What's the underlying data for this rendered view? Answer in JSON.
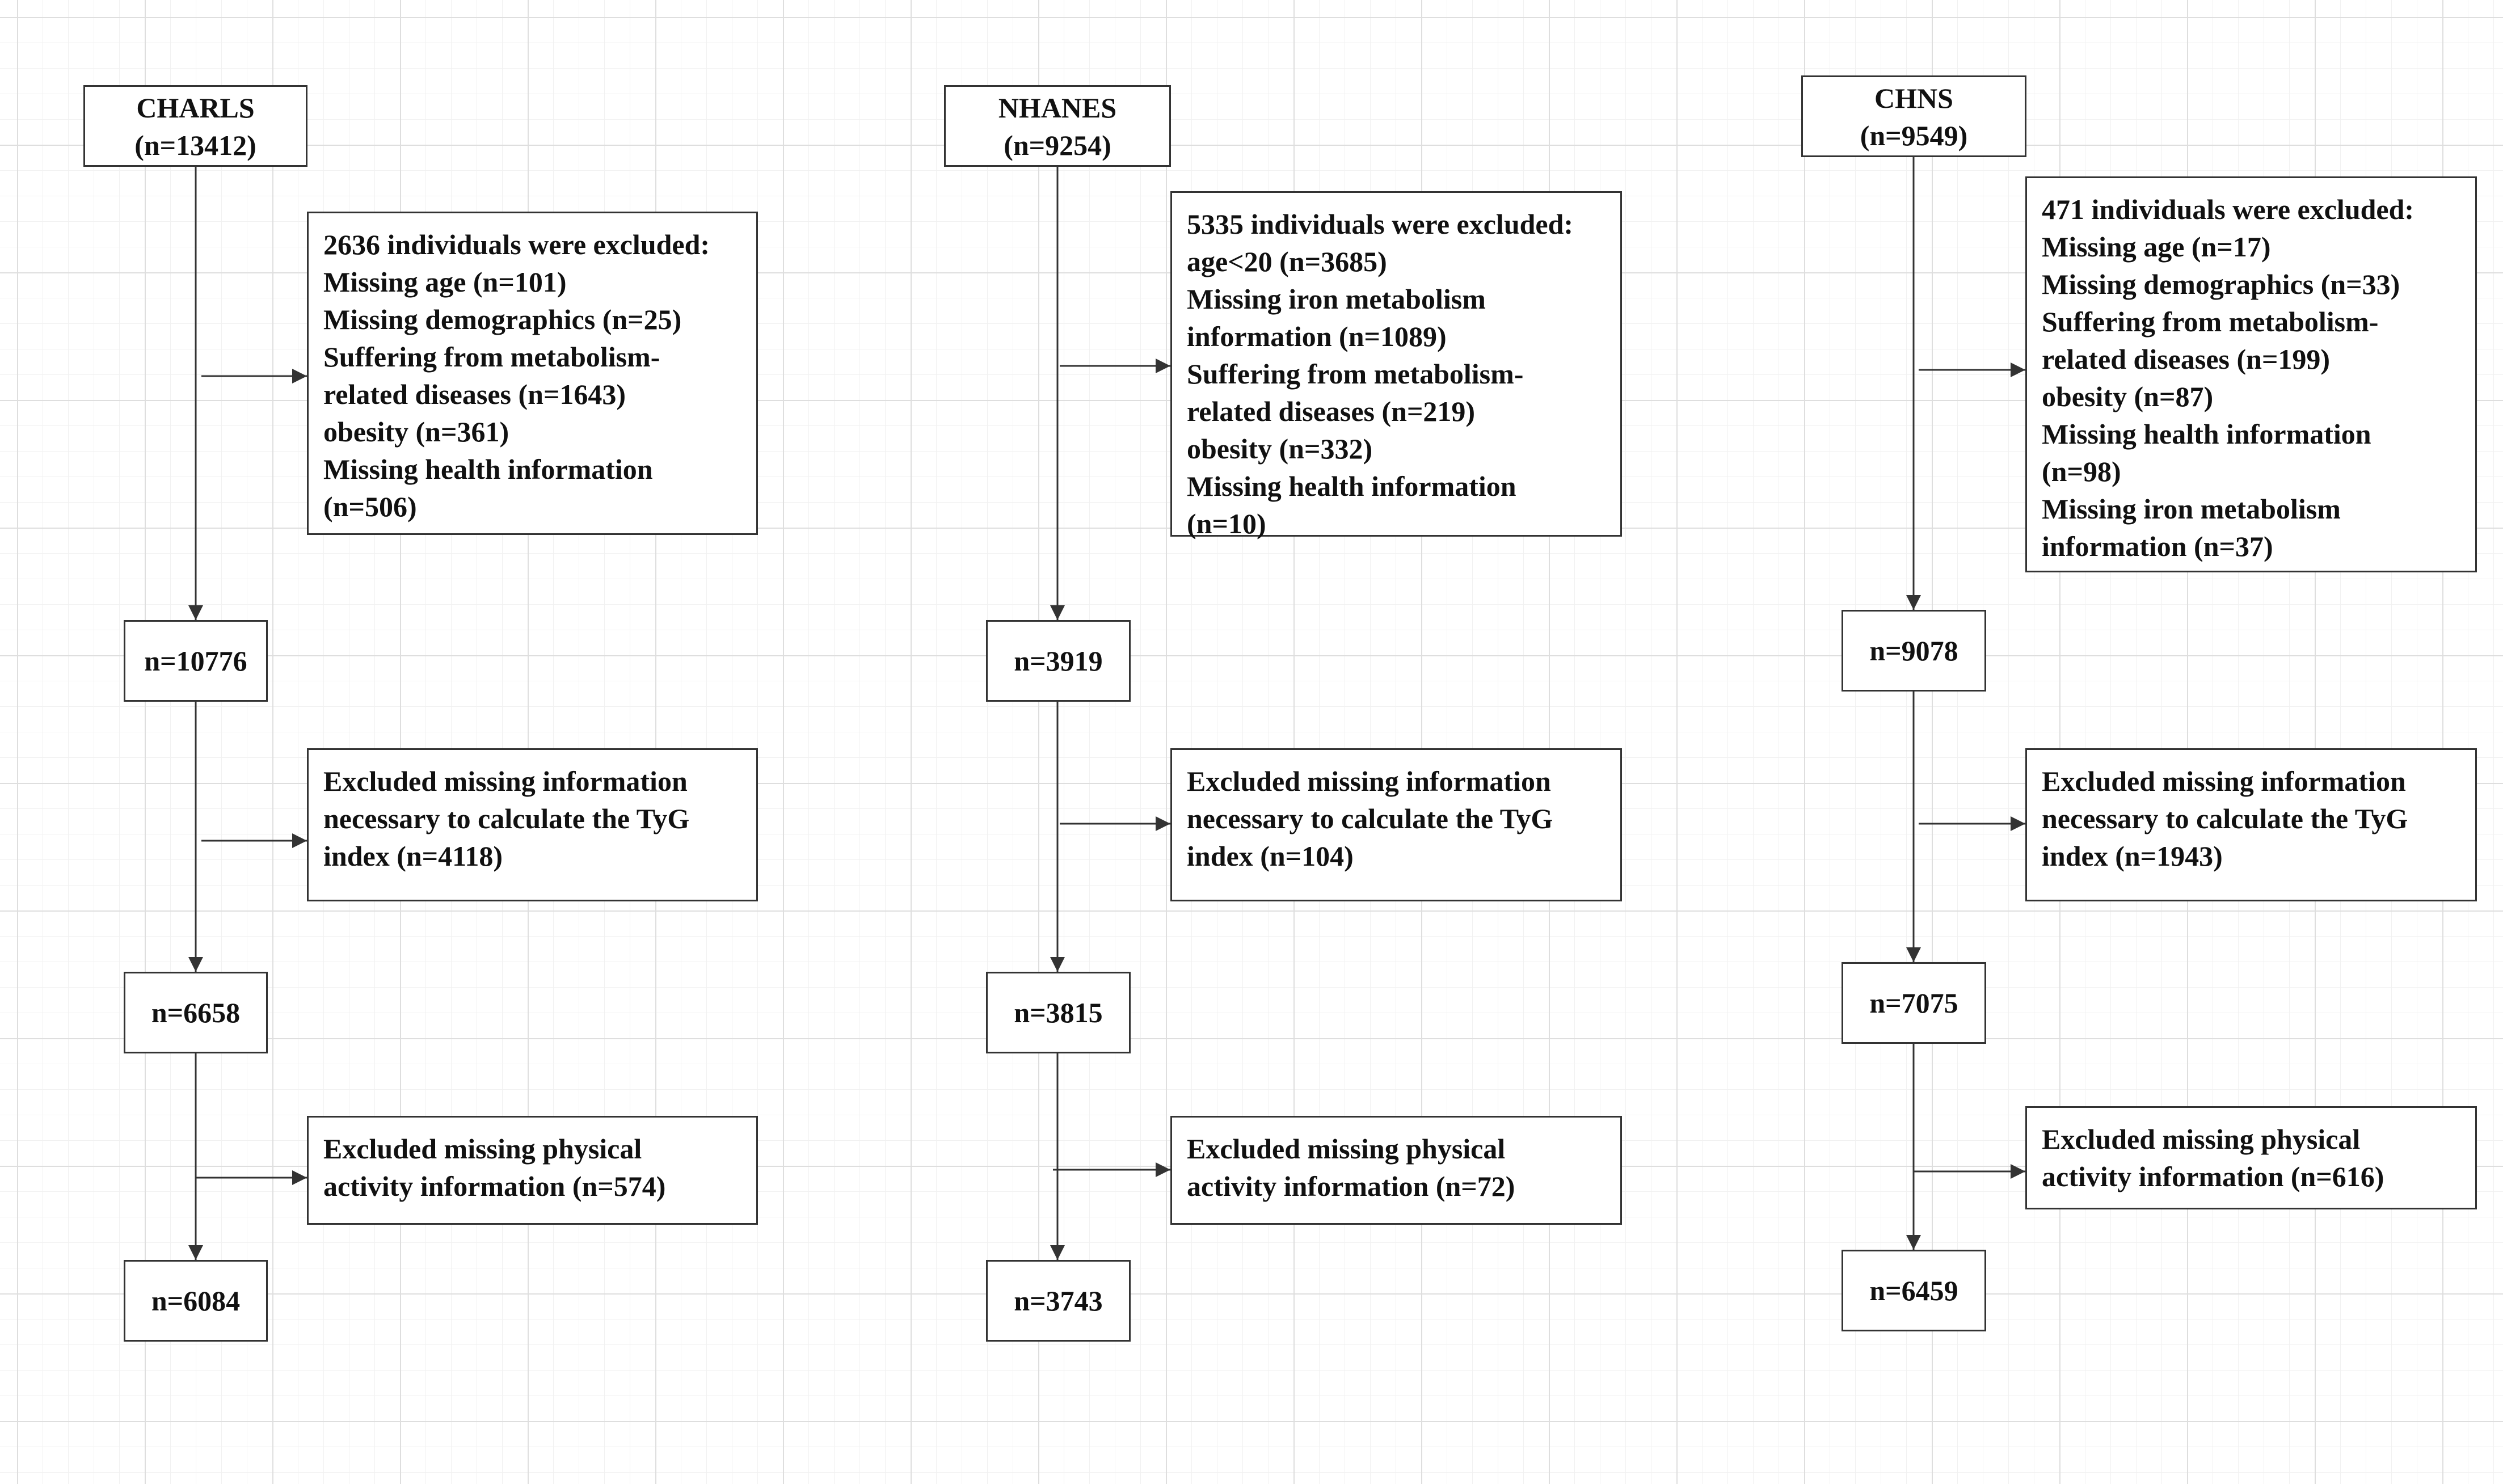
{
  "columns": [
    {
      "id": "charls",
      "source": {
        "name": "CHARLS",
        "n": "(n=13412)"
      },
      "exclusions": [
        {
          "lines": [
            "2636 individuals were excluded:",
            "Missing age (n=101)",
            "Missing demographics (n=25)",
            "Suffering from metabolism-",
            "related diseases (n=1643)",
            "obesity (n=361)",
            "Missing health information",
            "(n=506)"
          ]
        },
        {
          "lines": [
            "Excluded missing information",
            "necessary to calculate the TyG",
            "index (n=4118)"
          ]
        },
        {
          "lines": [
            "Excluded missing physical",
            "activity information (n=574)"
          ]
        }
      ],
      "counts": [
        "n=10776",
        "n=6658",
        "n=6084"
      ]
    },
    {
      "id": "nhanes",
      "source": {
        "name": "NHANES",
        "n": "(n=9254)"
      },
      "exclusions": [
        {
          "lines": [
            "5335 individuals were excluded:",
            "age<20 (n=3685)",
            "Missing iron metabolism",
            "information (n=1089)",
            "Suffering from metabolism-",
            "related diseases (n=219)",
            "obesity (n=332)",
            "Missing health information",
            "(n=10)"
          ]
        },
        {
          "lines": [
            "Excluded missing information",
            "necessary to calculate the TyG",
            "index (n=104)"
          ]
        },
        {
          "lines": [
            "Excluded missing physical",
            "activity information (n=72)"
          ]
        }
      ],
      "counts": [
        "n=3919",
        "n=3815",
        "n=3743"
      ]
    },
    {
      "id": "chns",
      "source": {
        "name": "CHNS",
        "n": "(n=9549)"
      },
      "exclusions": [
        {
          "lines": [
            "471 individuals were excluded:",
            "Missing age (n=17)",
            "Missing demographics (n=33)",
            "Suffering from metabolism-",
            "related diseases (n=199)",
            "obesity (n=87)",
            "Missing health information",
            "(n=98)",
            "Missing iron metabolism",
            "information (n=37)"
          ]
        },
        {
          "lines": [
            "Excluded missing information",
            "necessary to calculate the TyG",
            "index (n=1943)"
          ]
        },
        {
          "lines": [
            "Excluded missing physical",
            "activity information (n=616)"
          ]
        }
      ],
      "counts": [
        "n=9078",
        "n=7075",
        "n=6459"
      ]
    }
  ]
}
